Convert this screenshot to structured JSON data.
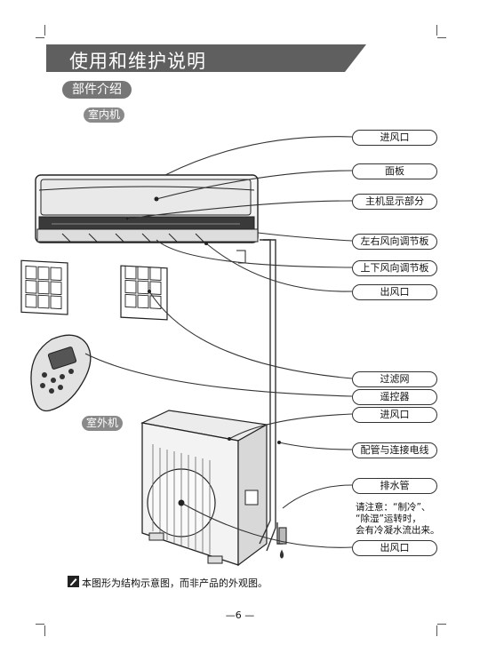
{
  "page": {
    "title": "使用和维护说明",
    "section": "部件介绍",
    "indoor_label": "室内机",
    "outdoor_label": "室外机",
    "page_number": "—6 —"
  },
  "callouts": {
    "indoor": [
      "进风口",
      "面板",
      "主机显示部分",
      "左右风向调节板",
      "上下风向调节板",
      "出风口"
    ],
    "accessories": [
      "过滤网",
      "遥控器"
    ],
    "outdoor": [
      "进风口",
      "配管与连接电线",
      "排水管",
      "出风口"
    ]
  },
  "drain_note": [
    "请注意：“制冷”、",
    "“除湿”运转时，",
    "会有冷凝水流出来。"
  ],
  "footnote": "本图形为结构示意图，而非产品的外观图。",
  "colors": {
    "title_band": "#5f5f5f",
    "pill": "#767676",
    "line": "#333333"
  }
}
